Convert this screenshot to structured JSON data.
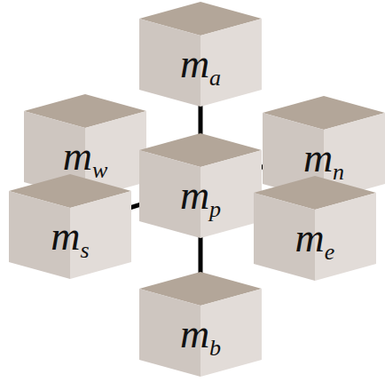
{
  "diagram": {
    "nodes": [
      {
        "text": [
          "ma"
        ]
      },
      {
        "text": [
          "mw"
        ]
      },
      {
        "text": [
          "mn"
        ]
      },
      {
        "text": [
          "mp"
        ]
      },
      {
        "text": [
          "ms"
        ]
      },
      {
        "text": [
          "me"
        ]
      },
      {
        "text": [
          "mb"
        ]
      }
    ],
    "edges": [
      {
        "from": 3,
        "to": 0,
        "arrow": "none"
      },
      {
        "from": 3,
        "to": 1,
        "arrow": "none"
      },
      {
        "from": 3,
        "to": 2,
        "arrow": "none"
      },
      {
        "from": 3,
        "to": 4,
        "arrow": "none"
      },
      {
        "from": 3,
        "to": 5,
        "arrow": "none"
      },
      {
        "from": 3,
        "to": 6,
        "arrow": "none"
      }
    ]
  }
}
